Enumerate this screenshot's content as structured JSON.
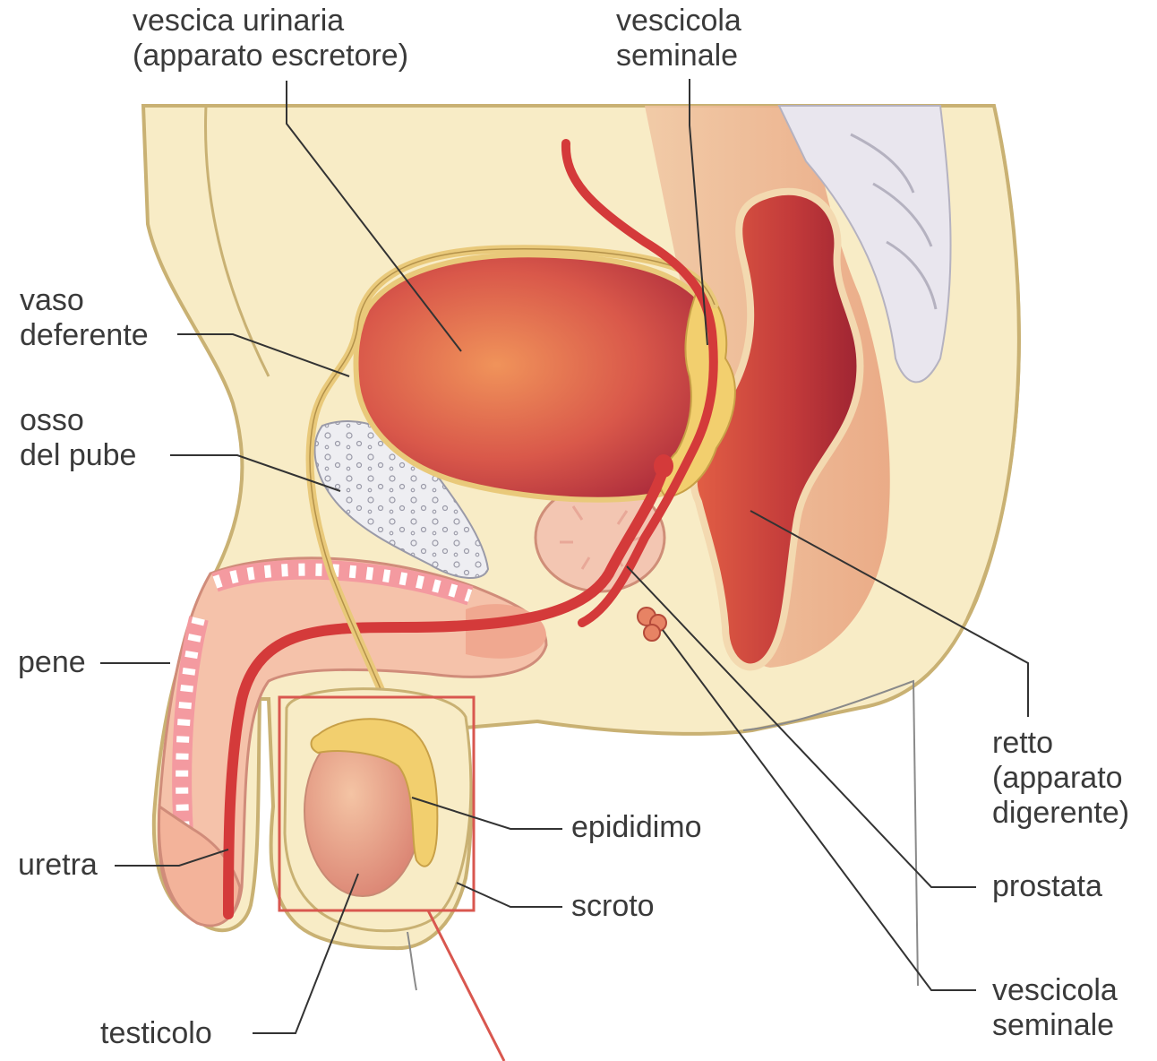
{
  "labels": {
    "bladder": [
      "vescica urinaria",
      "(apparato escretore)"
    ],
    "seminal_vesicle_top": [
      "vescicola",
      "seminale"
    ],
    "vas_deferens": [
      "vaso",
      "deferente"
    ],
    "pubic_bone": [
      "osso",
      "del pube"
    ],
    "penis": "pene",
    "rectum": [
      "retto",
      "(apparato",
      "digerente)"
    ],
    "epididymis": "epididimo",
    "urethra": "uretra",
    "prostate": "prostata",
    "scrotum": "scroto",
    "seminal_vesicle_bottom": [
      "vescicola",
      "seminale"
    ],
    "testicle": "testicolo"
  },
  "colors": {
    "skin": "#f8ecc6",
    "skin_outline": "#c9b173",
    "organ_red": "#c8433a",
    "organ_orange": "#e9845a",
    "duct_red": "#d43a3a",
    "fat_yellow": "#f2cf6e",
    "bone_grey": "#eaeaf0",
    "highlight_box": "#d9574f",
    "leader_line": "#333333"
  }
}
